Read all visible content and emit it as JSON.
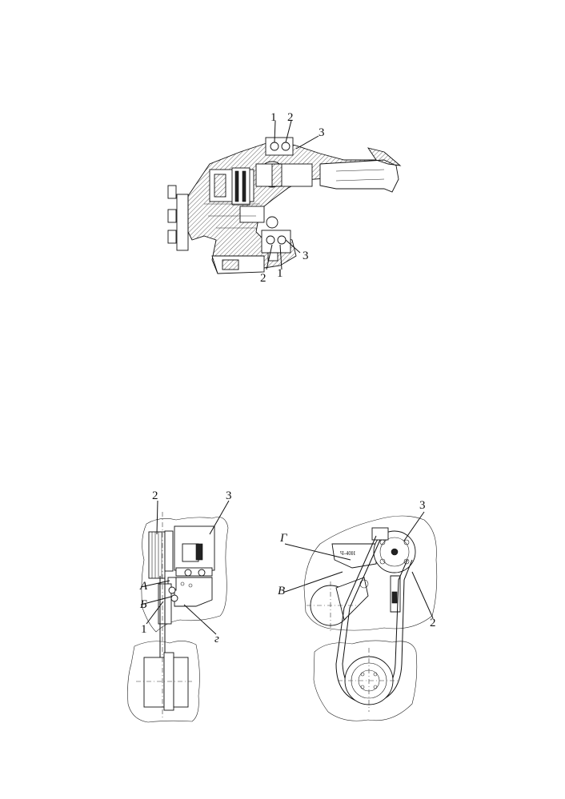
{
  "figure_top": {
    "callouts": [
      "1",
      "2",
      "3",
      "3",
      "2",
      "1"
    ]
  },
  "figure_left": {
    "callouts": [
      "2",
      "3",
      "А",
      "Б",
      "1",
      "г"
    ]
  },
  "figure_right": {
    "callouts": [
      "3",
      "Г",
      "В",
      "2"
    ],
    "plate_text": "Ч-40Н"
  }
}
